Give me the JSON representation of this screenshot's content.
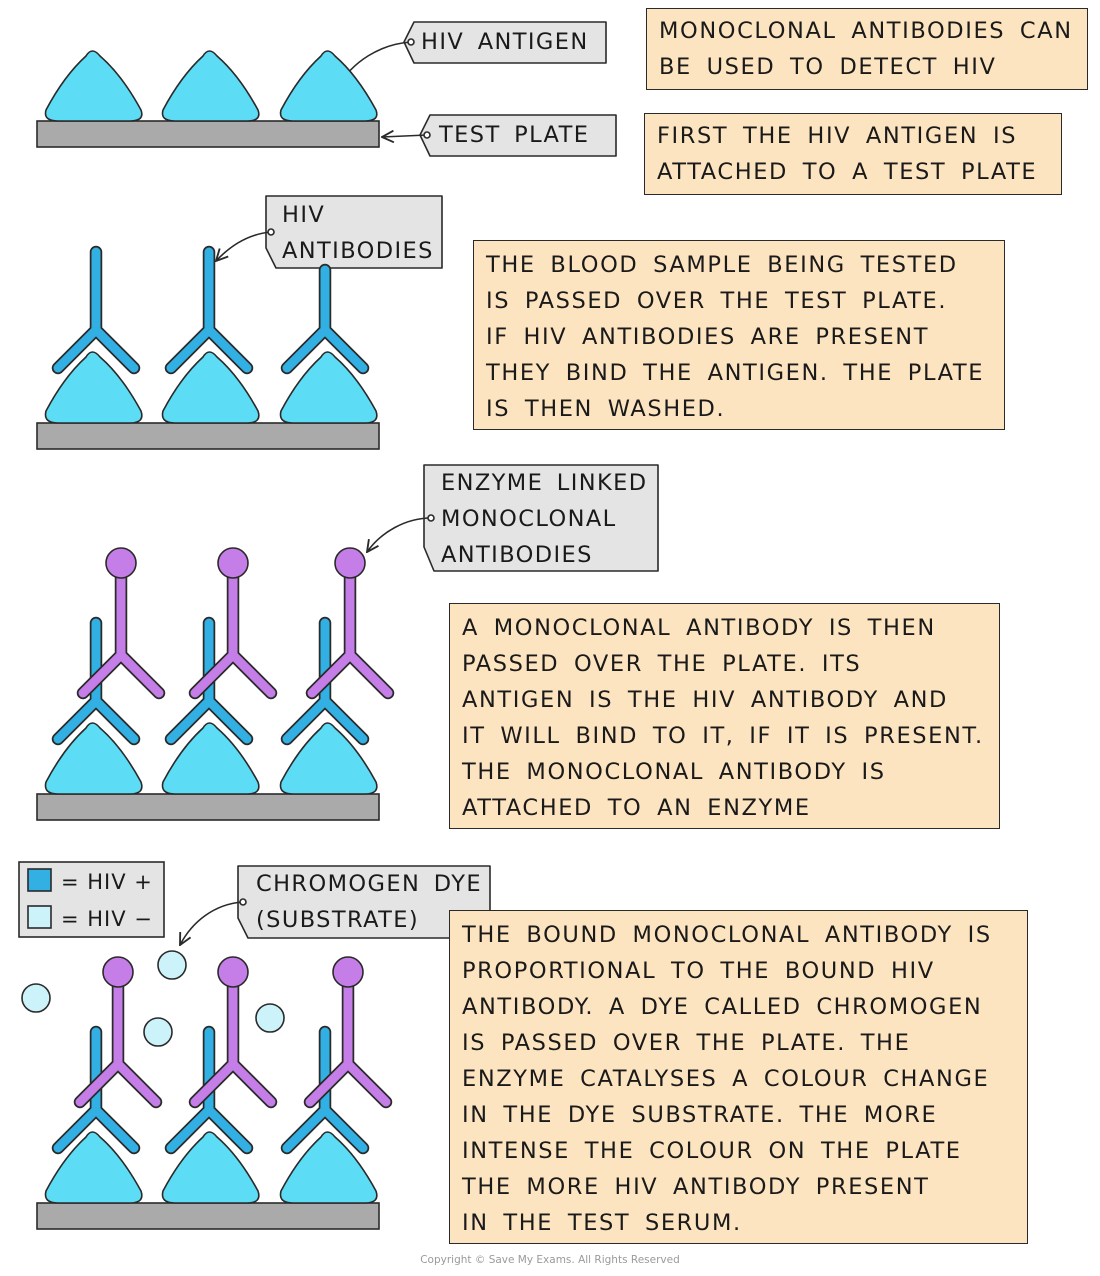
{
  "labels": {
    "hiv_antigen": "HIV ANTIGEN",
    "test_plate": "TEST PLATE",
    "hiv_antibodies": [
      "HIV",
      "ANTIBODIES"
    ],
    "enzyme_linked": [
      "ENZYME LINKED",
      "MONOCLONAL",
      "ANTIBODIES"
    ],
    "chromogen_dye": [
      "CHROMOGEN DYE",
      "(SUBSTRATE)"
    ]
  },
  "legend": {
    "positive": "= HIV +",
    "negative": "= HIV −"
  },
  "steps": [
    {
      "lines": [
        "MONOCLONAL ANTIBODIES CAN",
        "BE USED TO DETECT HIV"
      ]
    },
    {
      "lines": [
        "FIRST THE HIV ANTIGEN IS",
        "ATTACHED TO A TEST PLATE"
      ]
    },
    {
      "lines": [
        "THE BLOOD SAMPLE BEING TESTED",
        "IS PASSED OVER THE TEST PLATE.",
        "IF HIV ANTIBODIES ARE PRESENT",
        "THEY BIND THE ANTIGEN. THE PLATE",
        "IS THEN WASHED."
      ]
    },
    {
      "lines": [
        "A MONOCLONAL ANTIBODY IS THEN",
        "PASSED OVER THE PLATE. ITS",
        "ANTIGEN IS THE HIV ANTIBODY AND",
        "IT WILL BIND TO IT, IF IT IS PRESENT.",
        "THE MONOCLONAL ANTIBODY IS",
        "ATTACHED TO AN ENZYME"
      ]
    },
    {
      "lines": [
        "THE BOUND MONOCLONAL ANTIBODY IS",
        "PROPORTIONAL TO THE BOUND HIV",
        "ANTIBODY. A DYE CALLED CHROMOGEN",
        "IS PASSED OVER THE PLATE. THE",
        "ENZYME CATALYSES A COLOUR CHANGE",
        "IN THE DYE SUBSTRATE. THE MORE",
        "INTENSE THE COLOUR ON THE PLATE",
        "THE MORE HIV ANTIBODY PRESENT",
        "IN THE TEST SERUM."
      ]
    }
  ],
  "copyright": "Copyright © Save My Exams. All Rights Reserved",
  "colors": {
    "antigen": "#5ddcf5",
    "hiv_antibody": "#33b0e3",
    "monoclonal_antibody": "#c57ee8",
    "dye_substrate": "#cdf3fa",
    "plate": "#aaaaaa",
    "info_box": "#fde4c0",
    "label_tag": "#e4e4e4",
    "outline": "#2a2a2a"
  }
}
